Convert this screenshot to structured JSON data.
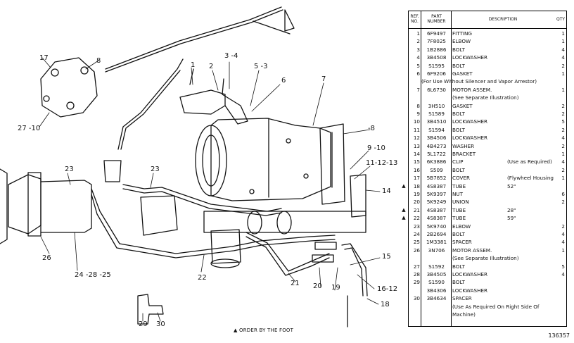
{
  "callouts": [
    "17",
    "8",
    "27 -10",
    "1",
    "2",
    "3 -4",
    "5 -3",
    "6",
    "7",
    "-8",
    "9 -10",
    "11-12-13",
    "14",
    "23",
    "23",
    "15",
    "16-12",
    "18",
    "19",
    "20",
    "21",
    "22",
    "26",
    "24 -28 -25",
    "29",
    "30"
  ],
  "footnote": "▲ ORDER BY THE FOOT",
  "figure_ref": "136357",
  "table": {
    "headers": {
      "ref": "REF. NO.",
      "part": "PART NUMBER",
      "desc": "DESCRIPTION",
      "qty": "QTY"
    },
    "rows": [
      {
        "ref": "1",
        "pn": "6F9497",
        "desc": "FITTING",
        "qty": "1"
      },
      {
        "ref": "2",
        "pn": "7F8025",
        "desc": "ELBOW",
        "qty": "1"
      },
      {
        "ref": "3",
        "pn": "1B2886",
        "desc": "BOLT",
        "qty": "4"
      },
      {
        "ref": "4",
        "pn": "3B4508",
        "desc": "LOCKWASHER",
        "qty": "4"
      },
      {
        "ref": "5",
        "pn": "S1595",
        "desc": "BOLT",
        "qty": "2"
      },
      {
        "ref": "6",
        "pn": "6F9206",
        "desc": "GASKET",
        "qty": "1"
      },
      {
        "note": "(For Use Without Silencer and Vapor Arrestor)"
      },
      {
        "ref": "7",
        "pn": "6L6730",
        "desc": "MOTOR ASSEM.",
        "qty": "1"
      },
      {
        "cont": "(See Separate Illustration)"
      },
      {
        "ref": "8",
        "pn": "3H510",
        "desc": "GASKET",
        "qty": "2"
      },
      {
        "ref": "9",
        "pn": "S1589",
        "desc": "BOLT",
        "qty": "2"
      },
      {
        "ref": "10",
        "pn": "3B4510",
        "desc": "LOCKWASHER",
        "qty": "5"
      },
      {
        "ref": "11",
        "pn": "S1594",
        "desc": "BOLT",
        "qty": "2"
      },
      {
        "ref": "12",
        "pn": "3B4506",
        "desc": "LOCKWASHER",
        "qty": "4"
      },
      {
        "ref": "13",
        "pn": "4B4273",
        "desc": "WASHER",
        "qty": "2"
      },
      {
        "ref": "14",
        "pn": "5L1722",
        "desc": "BRACKET",
        "qty": "1"
      },
      {
        "ref": "15",
        "pn": "6K3886",
        "desc": "CLIP",
        "desc2": "(Use as Required)",
        "qty": "4"
      },
      {
        "ref": "16",
        "pn": "S509",
        "desc": "BOLT",
        "qty": "2"
      },
      {
        "ref": "17",
        "pn": "5B7852",
        "desc": "COVER",
        "desc2": "(Flywheel Housing)",
        "qty": "1"
      },
      {
        "mark": "▲",
        "ref": "18",
        "pn": "4S8387",
        "desc": "TUBE",
        "desc2": "52\"",
        "qty": ""
      },
      {
        "ref": "19",
        "pn": "5K9397",
        "desc": "NUT",
        "qty": "6"
      },
      {
        "ref": "20",
        "pn": "5K9249",
        "desc": "UNION",
        "qty": "2"
      },
      {
        "mark": "▲",
        "ref": "21",
        "pn": "4S8387",
        "desc": "TUBE",
        "desc2": "28\"",
        "qty": ""
      },
      {
        "mark": "▲",
        "ref": "22",
        "pn": "4S8387",
        "desc": "TUBE",
        "desc2": "59\"",
        "qty": ""
      },
      {
        "ref": "23",
        "pn": "5K9740",
        "desc": "ELBOW",
        "qty": "2"
      },
      {
        "ref": "24",
        "pn": "2B2694",
        "desc": "BOLT",
        "qty": "4"
      },
      {
        "ref": "25",
        "pn": "1M3381",
        "desc": "SPACER",
        "qty": "4"
      },
      {
        "ref": "26",
        "pn": "3N706",
        "desc": "MOTOR ASSEM.",
        "qty": "1"
      },
      {
        "cont": "(See Separate Illustration)"
      },
      {
        "ref": "27",
        "pn": "S1592",
        "desc": "BOLT",
        "qty": "5"
      },
      {
        "ref": "28",
        "pn": "3B4505",
        "desc": "LOCKWASHER",
        "qty": "4"
      },
      {
        "ref": "29",
        "pn": "S1590",
        "desc": "BOLT",
        "qty": ""
      },
      {
        "ref": "",
        "pn": "3B4306",
        "desc": "LOCKWASHER",
        "qty": ""
      },
      {
        "ref": "30",
        "pn": "3B4634",
        "desc": "SPACER",
        "qty": ""
      },
      {
        "cont": "(Use As Required On Right Side Of"
      },
      {
        "cont": "Machine)"
      }
    ]
  }
}
